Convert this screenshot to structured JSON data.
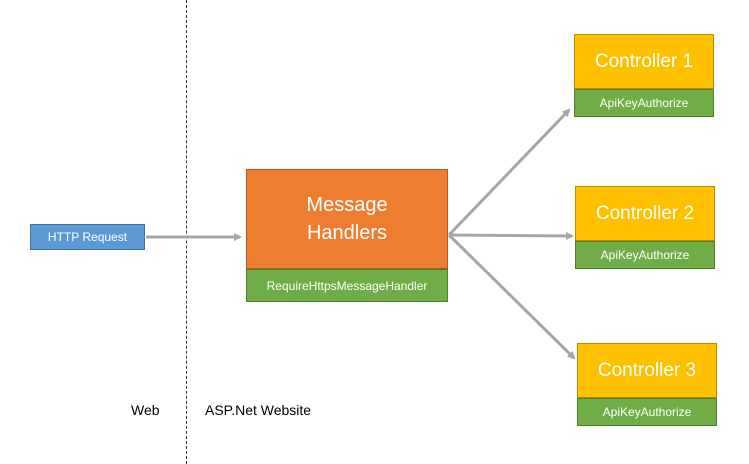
{
  "zones": {
    "left": "Web",
    "right": "ASP.Net Website"
  },
  "http_request": {
    "label": "HTTP Request"
  },
  "message_handlers": {
    "title_line1": "Message",
    "title_line2": "Handlers",
    "handler": "RequireHttpsMessageHandler"
  },
  "controllers": [
    {
      "title": "Controller 1",
      "attribute": "ApiKeyAuthorize"
    },
    {
      "title": "Controller 2",
      "attribute": "ApiKeyAuthorize"
    },
    {
      "title": "Controller 3",
      "attribute": "ApiKeyAuthorize"
    }
  ],
  "colors": {
    "request": "#5b9bd5",
    "handler": "#ed7d31",
    "controller": "#ffc000",
    "attribute": "#70ad47",
    "arrow": "#a6a6a6"
  }
}
